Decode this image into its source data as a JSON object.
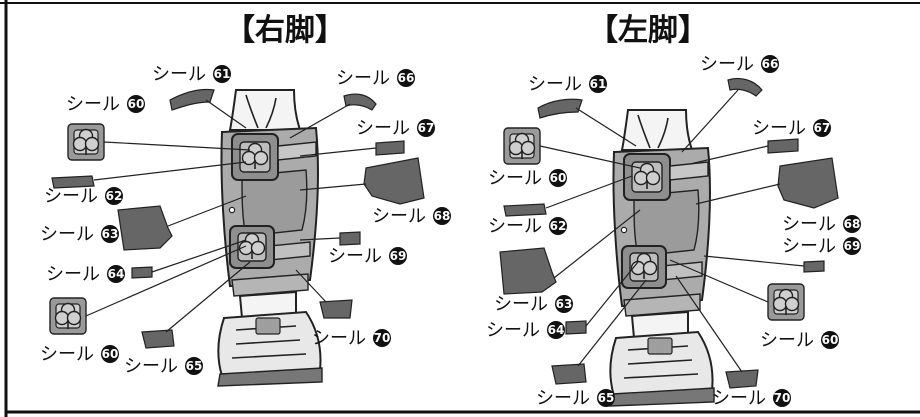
{
  "panels": [
    {
      "title": "【右脚】",
      "labels": [
        {
          "text": "シール",
          "num": "61"
        },
        {
          "text": "シール",
          "num": "66"
        },
        {
          "text": "シール",
          "num": "60"
        },
        {
          "text": "シール",
          "num": "67"
        },
        {
          "text": "シール",
          "num": "62"
        },
        {
          "text": "シール",
          "num": "68"
        },
        {
          "text": "シール",
          "num": "63"
        },
        {
          "text": "シール",
          "num": "69"
        },
        {
          "text": "シール",
          "num": "64"
        },
        {
          "text": "シール",
          "num": "60"
        },
        {
          "text": "シール",
          "num": "65"
        },
        {
          "text": "シール",
          "num": "70"
        }
      ]
    },
    {
      "title": "【左脚】",
      "labels": [
        {
          "text": "シール",
          "num": "61"
        },
        {
          "text": "シール",
          "num": "66"
        },
        {
          "text": "シール",
          "num": "67"
        },
        {
          "text": "シール",
          "num": "60"
        },
        {
          "text": "シール",
          "num": "62"
        },
        {
          "text": "シール",
          "num": "68"
        },
        {
          "text": "シール",
          "num": "69"
        },
        {
          "text": "シール",
          "num": "63"
        },
        {
          "text": "シール",
          "num": "64"
        },
        {
          "text": "シール",
          "num": "60"
        },
        {
          "text": "シール",
          "num": "65"
        },
        {
          "text": "シール",
          "num": "70"
        }
      ]
    }
  ]
}
